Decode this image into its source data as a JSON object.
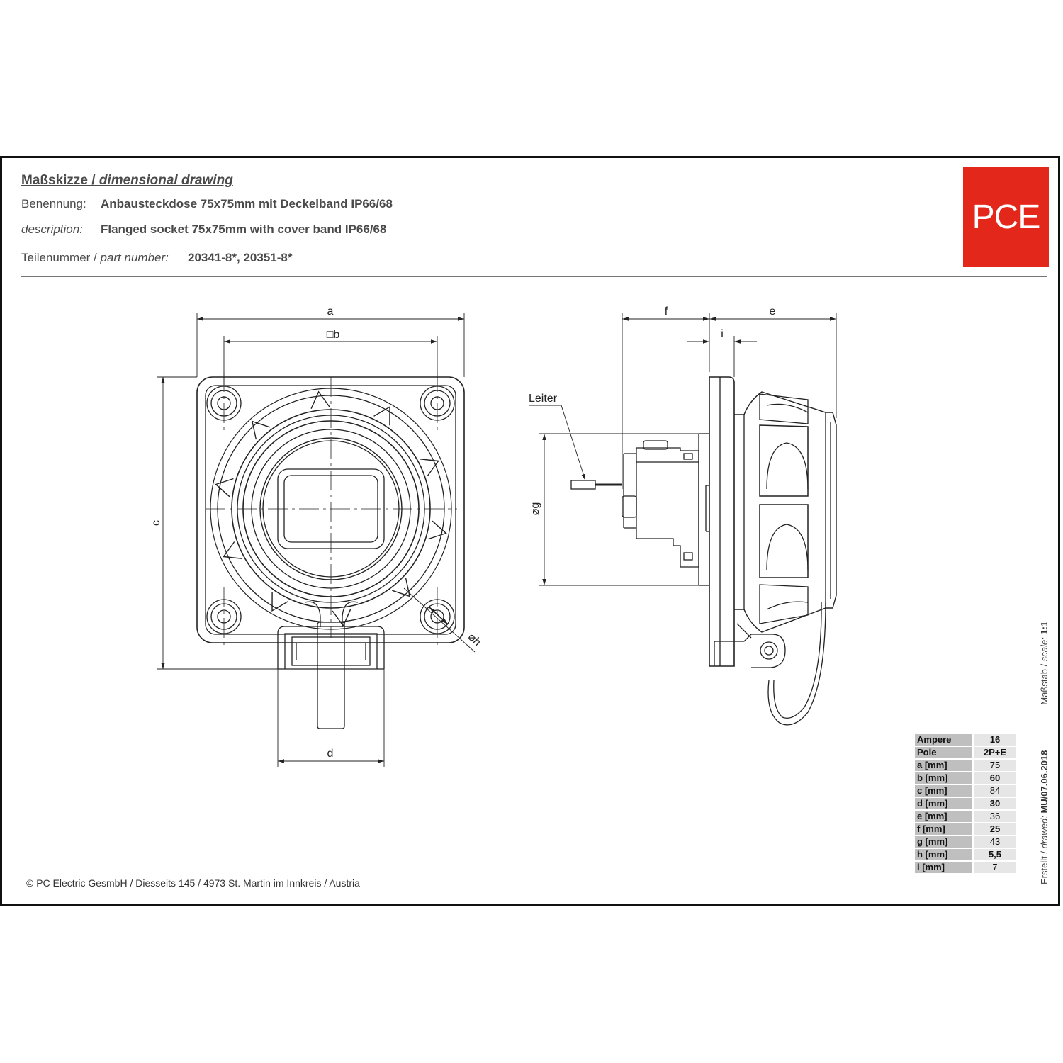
{
  "header": {
    "title_de": "Maßskizze",
    "title_sep": " / ",
    "title_en": "dimensional drawing",
    "name_label": "Benennung:",
    "name_value": "Anbausteckdose 75x75mm mit Deckelband IP66/68",
    "desc_label": "description:",
    "desc_value": "Flanged socket 75x75mm with cover band IP66/68",
    "part_label_de": "Teilenummer / ",
    "part_label_en": "part number:",
    "part_value": "20341-8*, 20351-8*"
  },
  "logo": {
    "text": "PCE",
    "color": "#e3271b"
  },
  "drawing": {
    "labels": {
      "a": "a",
      "b": "□b",
      "c": "c",
      "d": "d",
      "e": "e",
      "f": "f",
      "g": "⌀g",
      "h": "⌀h",
      "i": "i",
      "leiter": "Leiter"
    }
  },
  "spec_table": {
    "rows": [
      {
        "key": "Ampere",
        "value": "16",
        "bold": true
      },
      {
        "key": "Pole",
        "value": "2P+E",
        "bold": true
      },
      {
        "key": "a [mm]",
        "value": "75",
        "bold": false
      },
      {
        "key": "b [mm]",
        "value": "60",
        "bold": true
      },
      {
        "key": "c [mm]",
        "value": "84",
        "bold": false
      },
      {
        "key": "d [mm]",
        "value": "30",
        "bold": true
      },
      {
        "key": "e [mm]",
        "value": "36",
        "bold": false
      },
      {
        "key": "f [mm]",
        "value": "25",
        "bold": true
      },
      {
        "key": "g [mm]",
        "value": "43",
        "bold": false
      },
      {
        "key": "h [mm]",
        "value": "5,5",
        "bold": true
      },
      {
        "key": "i [mm]",
        "value": "7",
        "bold": false
      }
    ]
  },
  "side_text": {
    "created_de": "Erstellt / ",
    "created_en": "drawed:",
    "created_value": "MU/07.06.2018",
    "scale_de": "Maßstab / ",
    "scale_en": "scale:",
    "scale_value": "1:1"
  },
  "footer": {
    "copyright": "© PC Electric GesmbH / Diesseits 145 / 4973 St. Martin im Innkreis / Austria"
  }
}
